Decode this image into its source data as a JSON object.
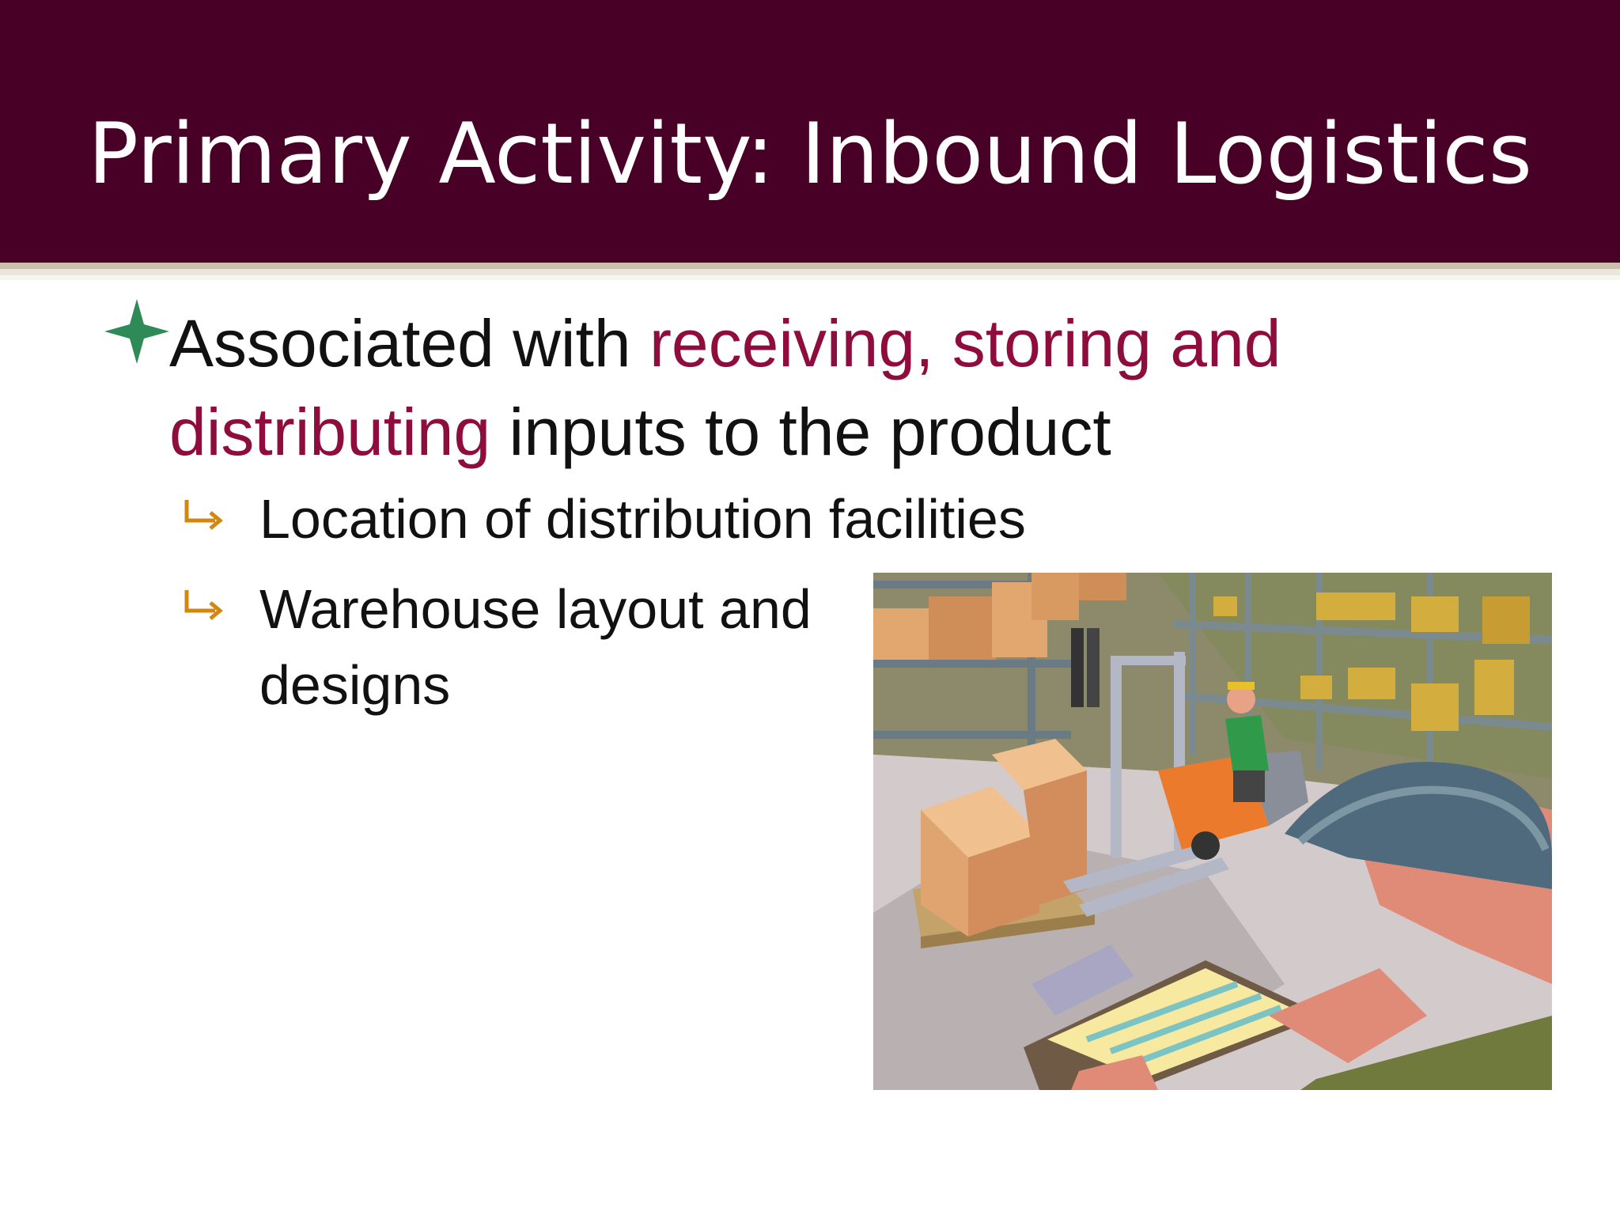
{
  "slide": {
    "title": "Primary Activity: Inbound Logistics",
    "bullet": {
      "text_before": "Associated with ",
      "highlight": "receiving, storing and distributing",
      "text_after": " inputs to the product"
    },
    "sub_bullets": [
      {
        "label": "Location of distribution facilities"
      },
      {
        "label": "Warehouse layout and designs"
      }
    ],
    "image": {
      "icon": "warehouse-forklift-clipart"
    }
  },
  "colors": {
    "title_bar": "#490026",
    "highlight": "#8e0d3c",
    "bullet_star": "#2e8b57",
    "sub_arrow": "#d4870f"
  }
}
